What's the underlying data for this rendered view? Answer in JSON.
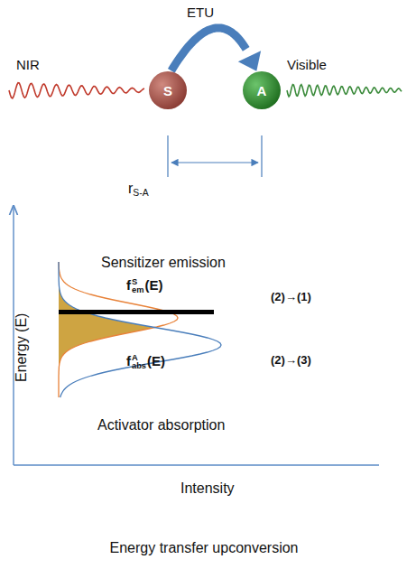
{
  "diagram": {
    "caption": "Energy transfer upconversion",
    "nodes": [
      {
        "text": [
          "S"
        ]
      },
      {
        "text": [
          "A"
        ]
      }
    ],
    "edges": [
      {
        "from": 0,
        "to": 1,
        "label": "ETU",
        "arrow": "to"
      }
    ],
    "labels": [
      "NIR",
      "Visible",
      "r",
      "S-A",
      "Sensitizer emission",
      "f",
      "S",
      "em",
      "(E)",
      "(2)→(1)",
      "f",
      "A",
      "abs",
      "(E)",
      "(2)→(3)",
      "Activator absorption",
      "Energy (E)",
      "Intensity"
    ]
  }
}
